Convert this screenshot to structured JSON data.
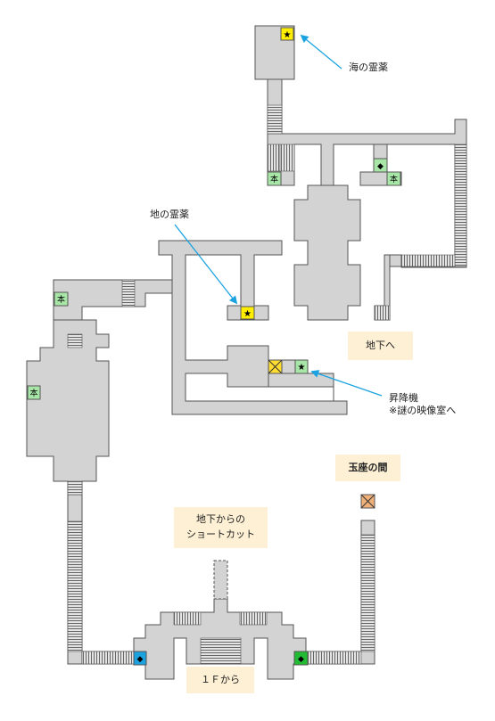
{
  "map": {
    "labels": {
      "sea_elixir": "海の霊薬",
      "earth_elixir": "地の霊薬",
      "to_basement": "地下へ",
      "elevator_line1": "昇降機",
      "elevator_line2": "※謎の映像室へ",
      "throne_room": "玉座の間",
      "shortcut_line1": "地下からの",
      "shortcut_line2": "ショートカット",
      "from_1f": "１Ｆから"
    },
    "icons": {
      "book_glyph": "本",
      "star_glyph": "★",
      "diamond_glyph": "◆",
      "book_icon": "book-icon",
      "star_icon": "star-icon",
      "diamond_icon": "diamond-icon",
      "chest_icon": "cross-box-icon"
    },
    "colors": {
      "floor": "#d3d3d3",
      "wall": "#555555",
      "book_bg": "#a8e6a8",
      "star_bg": "#ffee00",
      "blue_marker": "#1aa3e0",
      "green_marker": "#22bb33",
      "crossbox_yellow": "#ffdd33",
      "crossbox_orange": "#f0b07a",
      "arrow": "#1aa3e0",
      "tag_bg": "#fdf0d4"
    }
  }
}
